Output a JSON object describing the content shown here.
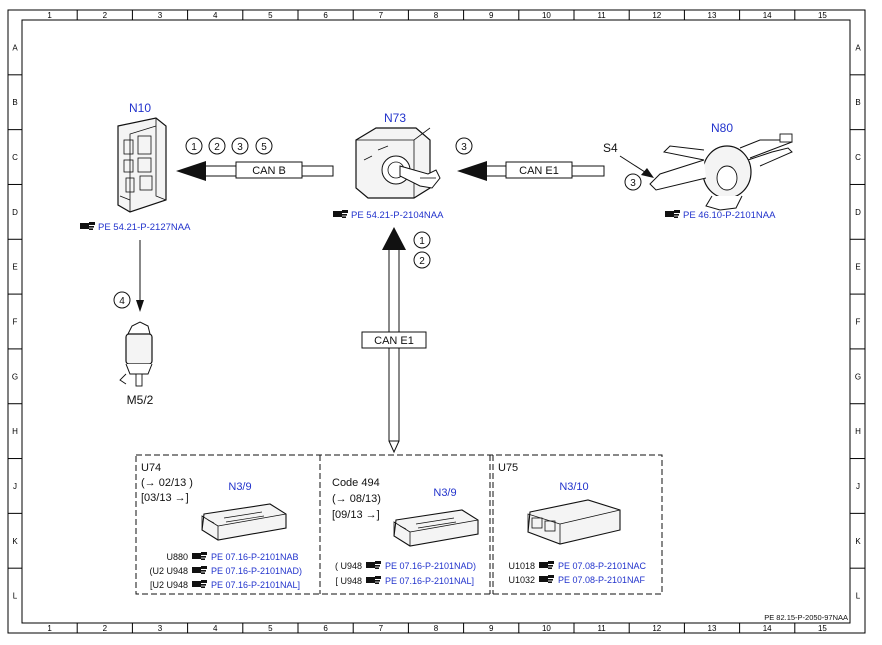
{
  "grid": {
    "columns": [
      "1",
      "2",
      "3",
      "4",
      "5",
      "6",
      "7",
      "8",
      "9",
      "10",
      "11",
      "12",
      "13",
      "14",
      "15"
    ],
    "rows": [
      "A",
      "B",
      "C",
      "D",
      "E",
      "F",
      "G",
      "H",
      "J",
      "K",
      "L"
    ]
  },
  "components": {
    "n10": {
      "label": "N10",
      "ref": "PE 54.21-P-2127NAA"
    },
    "n73": {
      "label": "N73",
      "ref": "PE 54.21-P-2104NAA"
    },
    "n80": {
      "label": "N80",
      "ref": "PE 46.10-P-2101NAA",
      "switch_label": "S4"
    },
    "m52": {
      "label": "M5/2"
    }
  },
  "buses": {
    "can_b": "CAN B",
    "can_e1_top": "CAN E1",
    "can_e1_vertical": "CAN E1"
  },
  "markers": {
    "can_b": [
      "1",
      "2",
      "3",
      "5"
    ],
    "can_e1_top": "3",
    "n80": "3",
    "n73_up": [
      "1",
      "2"
    ],
    "m52": "4"
  },
  "groups": {
    "u74": {
      "label": "U74",
      "line1": "(→ 02/13 )",
      "line2": "[03/13 →]",
      "module": "N3/9",
      "refs": [
        {
          "prefix": "U880",
          "ref": "PE 07.16-P-2101NAB"
        },
        {
          "prefix": "(U2  U948",
          "ref": "PE 07.16-P-2101NAD)"
        },
        {
          "prefix": "[U2  U948",
          "ref": "PE 07.16-P-2101NAL]"
        }
      ]
    },
    "code494": {
      "label": "Code 494",
      "line1": "(→ 08/13)",
      "line2": "[09/13  →]",
      "module": "N3/9",
      "refs": [
        {
          "prefix": "( U948",
          "ref": "PE 07.16-P-2101NAD)"
        },
        {
          "prefix": "[ U948",
          "ref": "PE 07.16-P-2101NAL]"
        }
      ]
    },
    "u75": {
      "label": "U75",
      "module": "N3/10",
      "refs": [
        {
          "prefix": "U1018",
          "ref": "PE 07.08-P-2101NAC"
        },
        {
          "prefix": "U1032",
          "ref": "PE 07.08-P-2101NAF"
        }
      ]
    }
  },
  "footer_code": "PE 82.15-P-2050-97NAA"
}
